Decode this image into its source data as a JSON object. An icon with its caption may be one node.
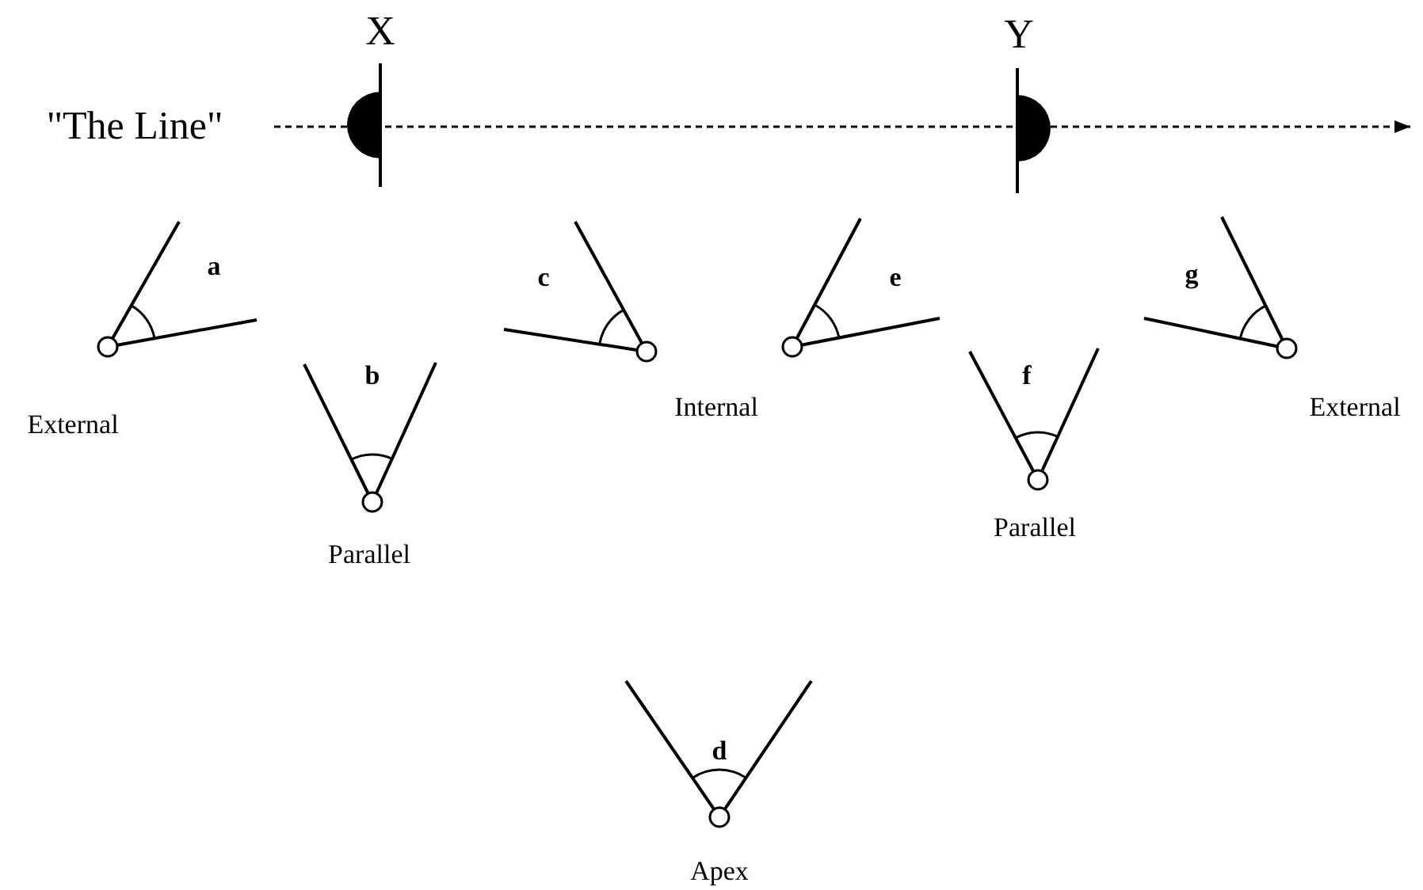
{
  "diagram": {
    "labels": [
      "X",
      "Y",
      "\"The Line\"",
      "a",
      "c",
      "e",
      "g",
      "b",
      "f",
      "External",
      "Internal",
      "External",
      "Parallel",
      "Parallel",
      "d",
      "Apex"
    ]
  }
}
